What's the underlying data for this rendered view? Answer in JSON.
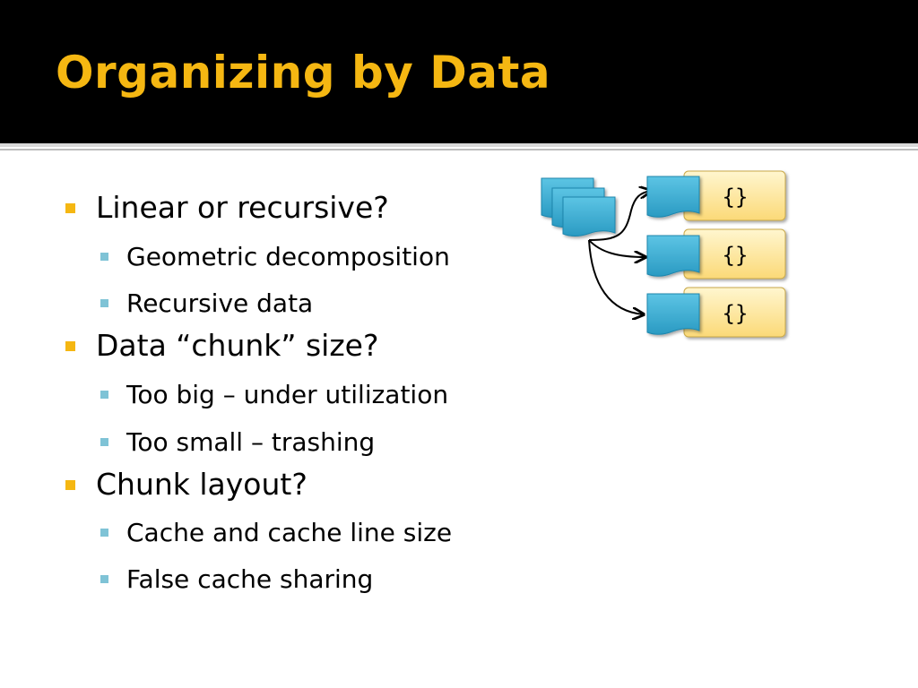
{
  "slide": {
    "title": "Organizing by Data",
    "bullets": [
      {
        "text": "Linear or recursive?",
        "sub": [
          "Geometric decomposition",
          "Recursive data"
        ]
      },
      {
        "text": "Data “chunk” size?",
        "sub": [
          "Too big – under utilization",
          "Too small – trashing"
        ]
      },
      {
        "text": "Chunk layout?",
        "sub": [
          "Cache and cache line size",
          "False cache sharing"
        ]
      }
    ]
  },
  "diagram": {
    "braces": [
      "{}",
      "{}",
      "{}"
    ],
    "colors": {
      "title": "#f5b712",
      "level1_bullet": "#f5b712",
      "level2_bullet": "#7fc3d6",
      "document": "#3aaad0",
      "code_box": "#fde9a6"
    }
  }
}
